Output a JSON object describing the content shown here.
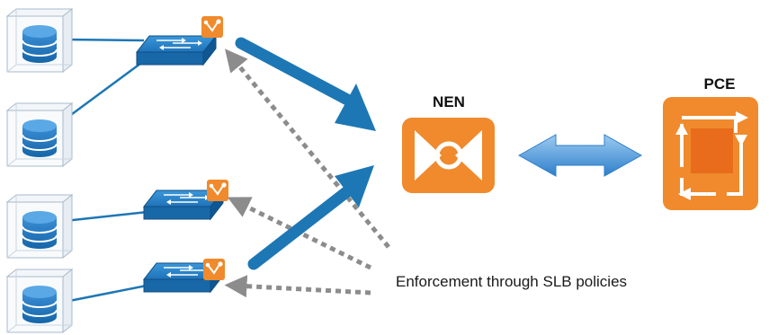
{
  "labels": {
    "nen": "NEN",
    "pce": "PCE",
    "caption": "Enforcement through SLB policies"
  },
  "nodes": {
    "databases": [
      "database",
      "database",
      "database",
      "database"
    ],
    "switches": [
      "network-switch",
      "network-switch",
      "network-switch"
    ],
    "nen_icon": "nen-bowtie-icon",
    "pce_icon": "pce-cycle-icon"
  },
  "colors": {
    "orange": "#F08A2C",
    "blue": "#1D77B4",
    "blue_light": "#4FA3E0",
    "dotted": "#8C8C8C",
    "cube_line": "#9FB3C8"
  }
}
